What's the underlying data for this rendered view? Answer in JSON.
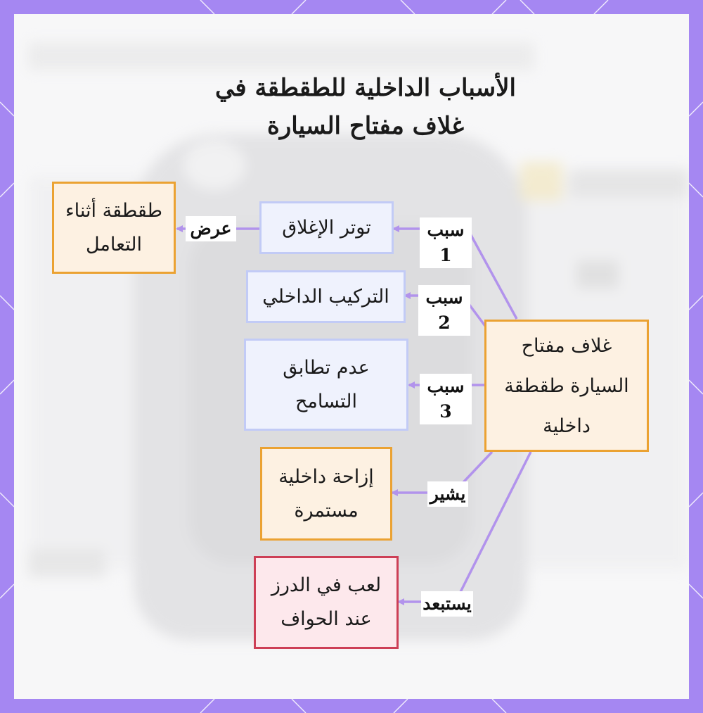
{
  "title": "الأسباب الداخلية للطقطقة في غلاف مفتاح السيارة",
  "center_node": "غلاف مفتاح السيارة طقطقة داخلية",
  "nodes": {
    "closure_tension": "توتر الإغلاق",
    "internal_fit": "التركيب الداخلي",
    "tolerance_mismatch": "عدم تطابق التسامح",
    "rattle_handling": "طقطقة أثناء التعامل",
    "continuous_shift": "إزاحة داخلية مستمرة",
    "drawer_play": "لعب في الدرز عند الحواف"
  },
  "edge_labels": {
    "cause1": "سبب 1",
    "cause2": "سبب 2",
    "cause3": "سبب 3",
    "shows": "عرض",
    "indicates": "يشير",
    "excludes": "يستبعد"
  },
  "colors": {
    "frame": "#a587f2",
    "connector": "#b293ec",
    "blue_border": "#c2cbf6",
    "orange_border": "#eba232",
    "red_border": "#cd3f56"
  }
}
